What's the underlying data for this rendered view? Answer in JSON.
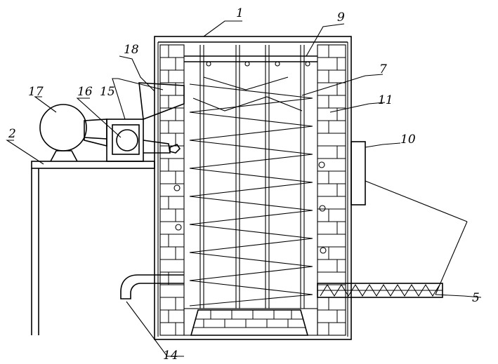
{
  "figure": {
    "labels": {
      "l1": "1",
      "l2": "2",
      "l5": "5",
      "l7": "7",
      "l9": "9",
      "l10": "10",
      "l11": "11",
      "l14": "14",
      "l15": "15",
      "l16": "16",
      "l17": "17",
      "l18": "18"
    }
  }
}
